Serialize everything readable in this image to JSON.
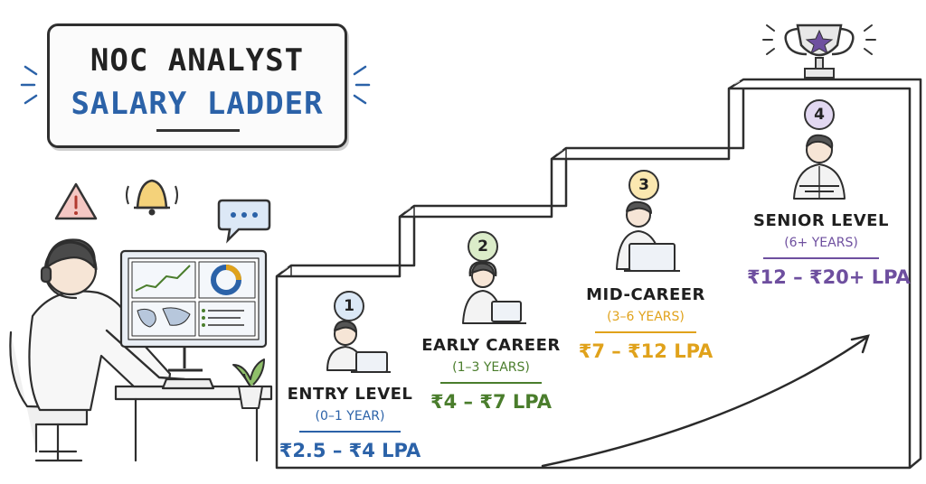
{
  "title": {
    "line1": "NOC ANALYST",
    "line2": "SALARY LADDER",
    "line2_color": "#2b62a8"
  },
  "steps": [
    {
      "number": "1",
      "title": "ENTRY LEVEL",
      "years": "(0–1 YEAR)",
      "salary": "₹2.5 – ₹4 LPA",
      "color": "#2b62a8",
      "badge_fill": "#dbe8f6"
    },
    {
      "number": "2",
      "title": "EARLY CAREER",
      "years": "(1–3 YEARS)",
      "salary": "₹4 – ₹7 LPA",
      "color": "#4a7d2c",
      "badge_fill": "#dbecc9"
    },
    {
      "number": "3",
      "title": "MID-CAREER",
      "years": "(3–6 YEARS)",
      "salary": "₹7 – ₹12 LPA",
      "color": "#e0a21b",
      "badge_fill": "#fbe8b0"
    },
    {
      "number": "4",
      "title": "SENIOR LEVEL",
      "years": "(6+ YEARS)",
      "salary": "₹12 – ₹20+ LPA",
      "color": "#6e4f9f",
      "badge_fill": "#e2d8f1"
    }
  ],
  "icons": [
    "warning-icon",
    "bell-icon",
    "chat-icon",
    "trophy-icon",
    "growth-arrow-icon",
    "headset-analyst-illustration",
    "monitor-dashboard-illustration",
    "plant-icon"
  ]
}
